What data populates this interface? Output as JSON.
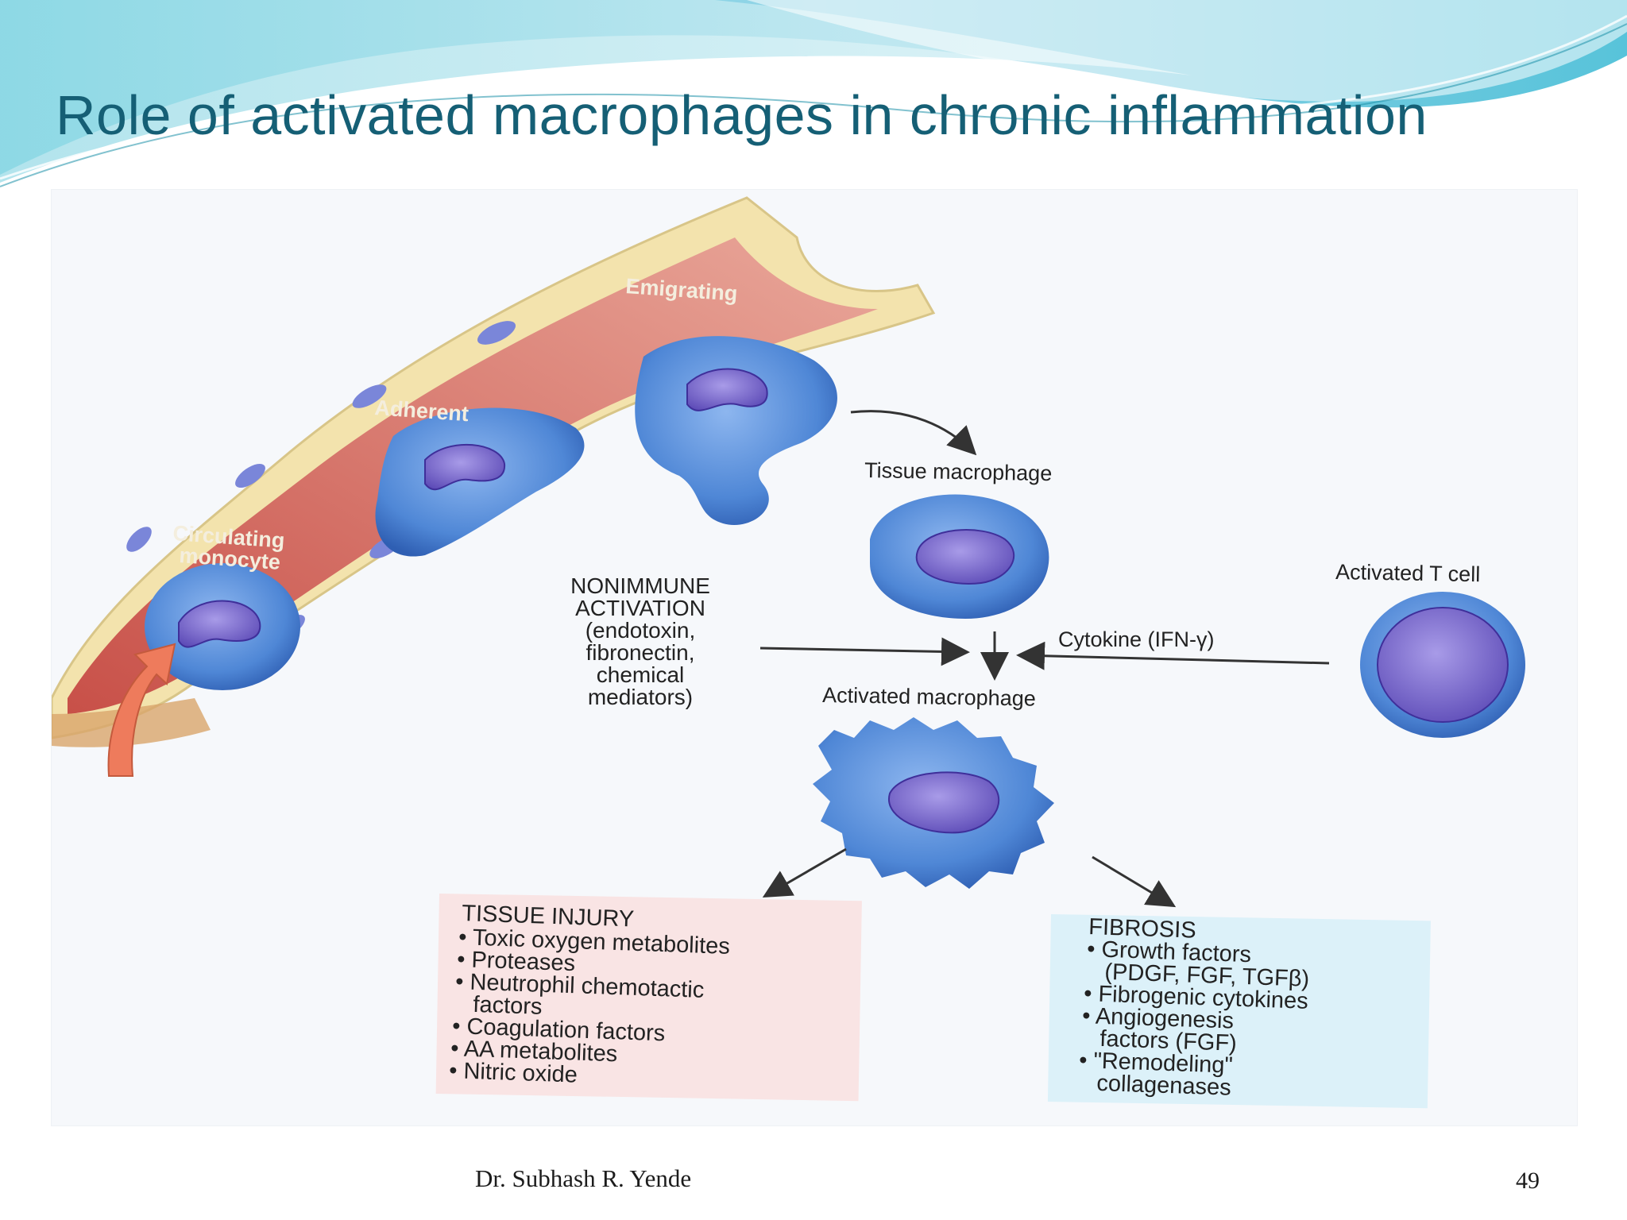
{
  "title": "Role of activated macrophages in chronic inflammation",
  "diagram": {
    "vessel_labels": {
      "emigrating": "Emigrating",
      "adherent": "Adherent",
      "circulating_line1": "Circulating",
      "circulating_line2": "monocyte"
    },
    "tissue_macrophage": "Tissue macrophage",
    "activated_t_cell": "Activated T cell",
    "cytokine": "Cytokine (IFN-γ)",
    "nonimmune": {
      "lines": [
        "NONIMMUNE",
        "ACTIVATION",
        "(endotoxin,",
        "fibronectin,",
        "chemical",
        "mediators)"
      ]
    },
    "activated_macrophage": "Activated macrophage",
    "tissue_injury": {
      "heading": "TISSUE INJURY",
      "lines": [
        "• Toxic oxygen metabolites",
        "• Proteases",
        "• Neutrophil chemotactic",
        "   factors",
        "• Coagulation factors",
        "• AA metabolites",
        "• Nitric oxide"
      ]
    },
    "fibrosis": {
      "heading": "FIBROSIS",
      "lines": [
        "• Growth factors",
        "   (PDGF, FGF, TGFβ)",
        "• Fibrogenic cytokines",
        "• Angiogenesis",
        "   factors (FGF)",
        "• \"Remodeling\"",
        "   collagenases"
      ]
    },
    "colors": {
      "title": "#155f75",
      "vessel_lumen": "#d0625a",
      "vessel_wall": "#f3e3ad",
      "cell_fill": "#4f87d6",
      "nucleus": "#6a5fc7",
      "injury_box": "#f9e4e4",
      "fibrosis_box": "#dcf1f9",
      "arrow_orange": "#ee7b5c"
    }
  },
  "footer": {
    "author": "Dr. Subhash R. Yende",
    "page": "49"
  }
}
